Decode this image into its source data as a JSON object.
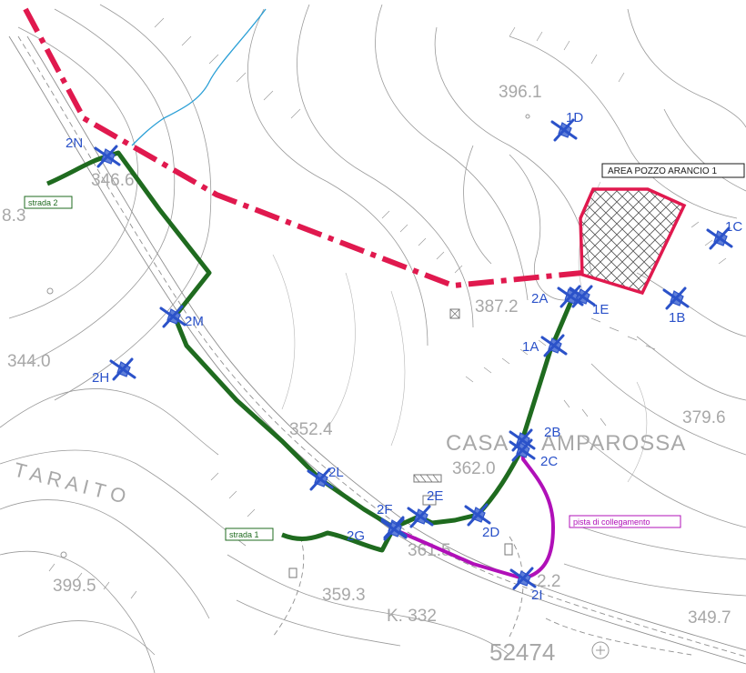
{
  "labels": {
    "area_pozzo": "AREA POZZO ARANCIO 1",
    "strada_1": "strada 1",
    "strada_2": "strada 2",
    "pista": "pista di collegamento"
  },
  "place_names": {
    "casa": "CASA",
    "amparossa": "AMPAROSSA",
    "taraito": "T A R A I T O",
    "grid_ref": "52474"
  },
  "elevations": [
    "396.1",
    "346.6",
    "8.3",
    "387.2",
    "344.0",
    "379.6",
    "352.4",
    "362.0",
    "361.5",
    "399.5",
    "359.3",
    "K. 332",
    "2.2",
    "349.7"
  ],
  "points": [
    {
      "id": "1A",
      "label": "1A"
    },
    {
      "id": "1B",
      "label": "1B"
    },
    {
      "id": "1C",
      "label": "1C"
    },
    {
      "id": "1D",
      "label": "1D"
    },
    {
      "id": "1E",
      "label": "1E"
    },
    {
      "id": "2A",
      "label": "2A"
    },
    {
      "id": "2B",
      "label": "2B"
    },
    {
      "id": "2C",
      "label": "2C"
    },
    {
      "id": "2D",
      "label": "2D"
    },
    {
      "id": "2E",
      "label": "2E"
    },
    {
      "id": "2F",
      "label": "2F"
    },
    {
      "id": "2G",
      "label": "2G"
    },
    {
      "id": "2H",
      "label": "2H"
    },
    {
      "id": "2I",
      "label": "2I"
    },
    {
      "id": "2L",
      "label": "2L"
    },
    {
      "id": "2M",
      "label": "2M"
    },
    {
      "id": "2N",
      "label": "2N"
    }
  ],
  "colors": {
    "boundary": "#e0194e",
    "route": "#1f6b1f",
    "connector": "#b010b8",
    "stream": "#2a9fd6",
    "symbol": "#2b52c9"
  },
  "icons": {
    "measurement_point": "blue-cone-cross-icon",
    "area_hatch": "crosshatch-polygon"
  }
}
